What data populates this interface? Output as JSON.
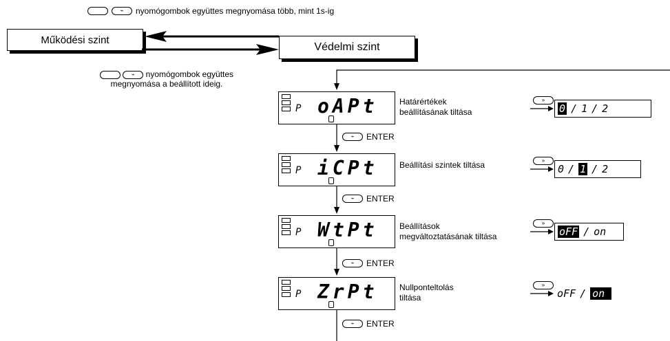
{
  "top_note": "nyomógombok együttes megnyomása több, mint 1s-ig",
  "bottom_note": "nyomógombok együttes megnyomása a beállított ideig.",
  "level_operating": "Működési szint",
  "level_protect": "Védelmi szint",
  "enter_label": "ENTER",
  "button_glyph": "»",
  "display_p": "P",
  "steps": [
    {
      "code": "oAPt",
      "desc1": "Határértékek",
      "desc2": "beállításának tiltása",
      "opts": [
        "0",
        "1",
        "2"
      ],
      "selected": 0
    },
    {
      "code": "iCPt",
      "desc1": "Beállítási szintek tiltása",
      "desc2": "",
      "opts": [
        "0",
        "1",
        "2"
      ],
      "selected": 1
    },
    {
      "code": "WtPt",
      "desc1": "Beállítások",
      "desc2": "megváltoztatásának tiltása",
      "opts": [
        "oFF",
        "on"
      ],
      "selected": 0
    },
    {
      "code": "ZrPt",
      "desc1": "Nullponteltolás",
      "desc2": "tiltása",
      "opts": [
        "oFF",
        "on"
      ],
      "selected": 1
    }
  ]
}
